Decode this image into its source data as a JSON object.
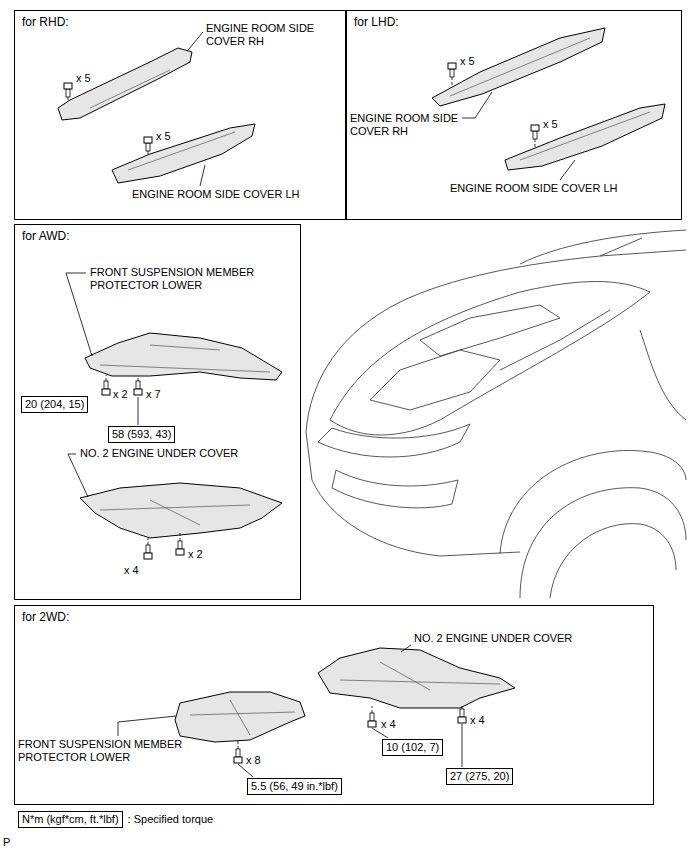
{
  "diagram": {
    "nodes": [
      {
        "text": [
          "for RHD:"
        ]
      },
      {
        "text": [
          "for LHD:"
        ]
      },
      {
        "text": [
          "for AWD:"
        ]
      },
      {
        "text": [
          "20 (204, 15)"
        ],
        "in": 2
      },
      {
        "text": [
          "58 (593, 43)"
        ],
        "in": 2
      },
      {
        "text": [
          "for 2WD:"
        ]
      },
      {
        "text": [
          "5.5 (56, 49 in.*lbf)"
        ],
        "in": 5
      },
      {
        "text": [
          "10 (102, 7)"
        ],
        "in": 5
      },
      {
        "text": [
          "27 (275, 20)"
        ],
        "in": 5
      },
      {
        "text": [
          "N*m (kgf*cm, ft.*lbf)"
        ]
      }
    ],
    "labels": [
      "ENGINE ROOM SIDE COVER RH",
      "x 5",
      "x 5",
      "ENGINE ROOM SIDE COVER LH",
      "x 5",
      "ENGINE ROOM SIDE COVER RH",
      "x 5",
      "ENGINE ROOM SIDE COVER LH",
      "FRONT SUSPENSION MEMBER PROTECTOR LOWER",
      "x 2",
      "x 7",
      "NO. 2 ENGINE UNDER COVER",
      "x 4",
      "x 2",
      "NO. 2 ENGINE UNDER COVER",
      "FRONT SUSPENSION MEMBER PROTECTOR LOWER",
      "x 4",
      "x 4",
      "x 8",
      ": Specified torque",
      "P"
    ]
  }
}
